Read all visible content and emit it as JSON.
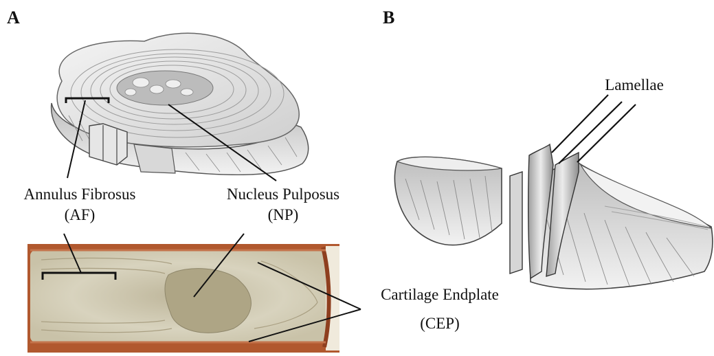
{
  "panels": {
    "a": {
      "letter": "A"
    },
    "b": {
      "letter": "B"
    }
  },
  "labels": {
    "annulus_fibrosus": {
      "name": "Annulus Fibrosus",
      "abbr": "(AF)"
    },
    "nucleus_pulposus": {
      "name": "Nucleus Pulposus",
      "abbr": "(NP)"
    },
    "cartilage_endplate": {
      "name": "Cartilage Endplate",
      "abbr": "(CEP)"
    },
    "lamellae": {
      "name": "Lamellae"
    }
  },
  "colors": {
    "line": "#111111",
    "disc_gray": "#d8d8d8",
    "nucleus_gray": "#b9b9b9",
    "photo_tissue": "#cfc9b2",
    "photo_border": "#a5502c"
  }
}
